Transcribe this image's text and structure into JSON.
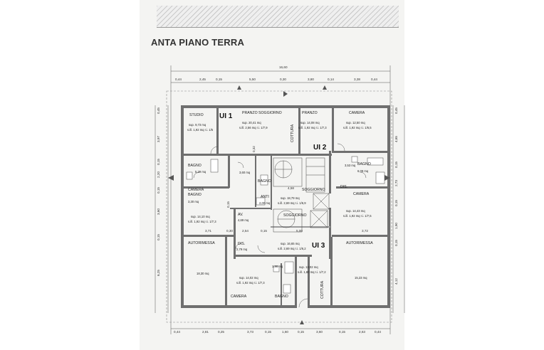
{
  "title": "ANTA PIANO TERRA",
  "dimensions": {
    "overall": "16,60",
    "top": [
      "0,44",
      "2,45",
      "0,15",
      "5,50",
      "0,30",
      "3,80",
      "0,14",
      "3,38",
      "0,44"
    ],
    "bottom": [
      "0,44",
      "2,81",
      "0,25",
      "3,73",
      "0,15",
      "1,60",
      "0,15",
      "3,60",
      "0,15",
      "2,63",
      "0,44"
    ],
    "left": [
      "0,45",
      "3,97",
      "0,15",
      "2,20",
      "0,15",
      "3,60",
      "0,15",
      "6,25"
    ],
    "right": [
      "0,45",
      "4,65",
      "0,15",
      "2,73",
      "0,15",
      "1,90",
      "0,15",
      "4,12"
    ],
    "inner": [
      "3,71",
      "0,30",
      "2,54",
      "0,15",
      "5,00",
      "3,72",
      "4,58",
      "0,32",
      "0,15"
    ]
  },
  "units": {
    "ui1": "UI 1",
    "ui2": "UI 2",
    "ui3": "UI 3"
  },
  "rooms": {
    "studio": {
      "label": "STUDIO",
      "area": "sup. 9,73 mq",
      "detail": "s.ill. 1,92 mq r.i. 1/5"
    },
    "pranzo_soggiorno": {
      "label": "PRANZO SOGGIORNO",
      "area": "sup. 20,41 mq",
      "detail": "s.ill. 2,56 mq r.i. 1/7,9"
    },
    "pranzo": {
      "label": "PRANZO",
      "area": "sup. 14,08 mq",
      "detail": "s.ill. 1,92 mq r.i. 1/7,3"
    },
    "camera_tr": {
      "label": "CAMERA",
      "area": "sup. 12,50 mq",
      "detail": "s.ill. 1,92 mq r.i. 1/6,5"
    },
    "cottura1": {
      "label": "COTTURA"
    },
    "bagno_l": {
      "label": "BAGNO",
      "area": "5,39 mq"
    },
    "bagno_r": {
      "label": "BAGNO",
      "area": "6,09 mq"
    },
    "area_r": {
      "area": "3,53 mq"
    },
    "central_a": {
      "area": "3,60 mq"
    },
    "bagno_c": {
      "label": "BAGNO"
    },
    "anti": {
      "label": "ANTI",
      "area": "2,00 mq"
    },
    "bagno_s": {
      "label": "BAGNO",
      "area": "3,30 mq"
    },
    "soggiorno1": {
      "label": "SOGGIORNO",
      "area": "sup. 18,79 mq",
      "detail": "s.ill. 2,69 mq r.i. 1/6,9"
    },
    "dis_r": {
      "label": "DIS."
    },
    "camera_ml": {
      "label": "CAMERA",
      "area": "sup. 14,10 mq",
      "detail": "s.ill. 1,92 mq r.i. 1/7,3"
    },
    "camera_mr": {
      "label": "CAMERA",
      "area": "sup. 14,43 mq",
      "detail": "s.ill. 1,92 mq r.i. 1/7,5"
    },
    "av": {
      "label": "AV.",
      "area": "4,69 mq"
    },
    "soggiorno2": {
      "label": "SOGGIORNO",
      "area": "sup. 16,65 mq",
      "detail": "s.ill. 2,69 mq r.i. 1/6,2"
    },
    "dis_l": {
      "label": "DIS.",
      "area": "2,79 mq"
    },
    "autorimessa_l": {
      "label": "AUTORIMESSA",
      "area": "18,30 mq"
    },
    "autorimessa_r": {
      "label": "AUTORIMESSA",
      "area": "15,23 mq"
    },
    "camera_bl": {
      "label": "CAMERA",
      "area": "sup. 14,02 mq",
      "detail": "s.ill. 1,92 mq r.i. 1/7,3"
    },
    "small_b": {
      "area": "1,96 mq"
    },
    "cucina_b": {
      "area": "sup. 13,02 mq",
      "detail": "s.ill. 1,80 mq r.i. 1/7,2"
    },
    "cottura2": {
      "label": "COTTURA"
    },
    "bagno_b": {
      "label": "BAGNO"
    }
  }
}
